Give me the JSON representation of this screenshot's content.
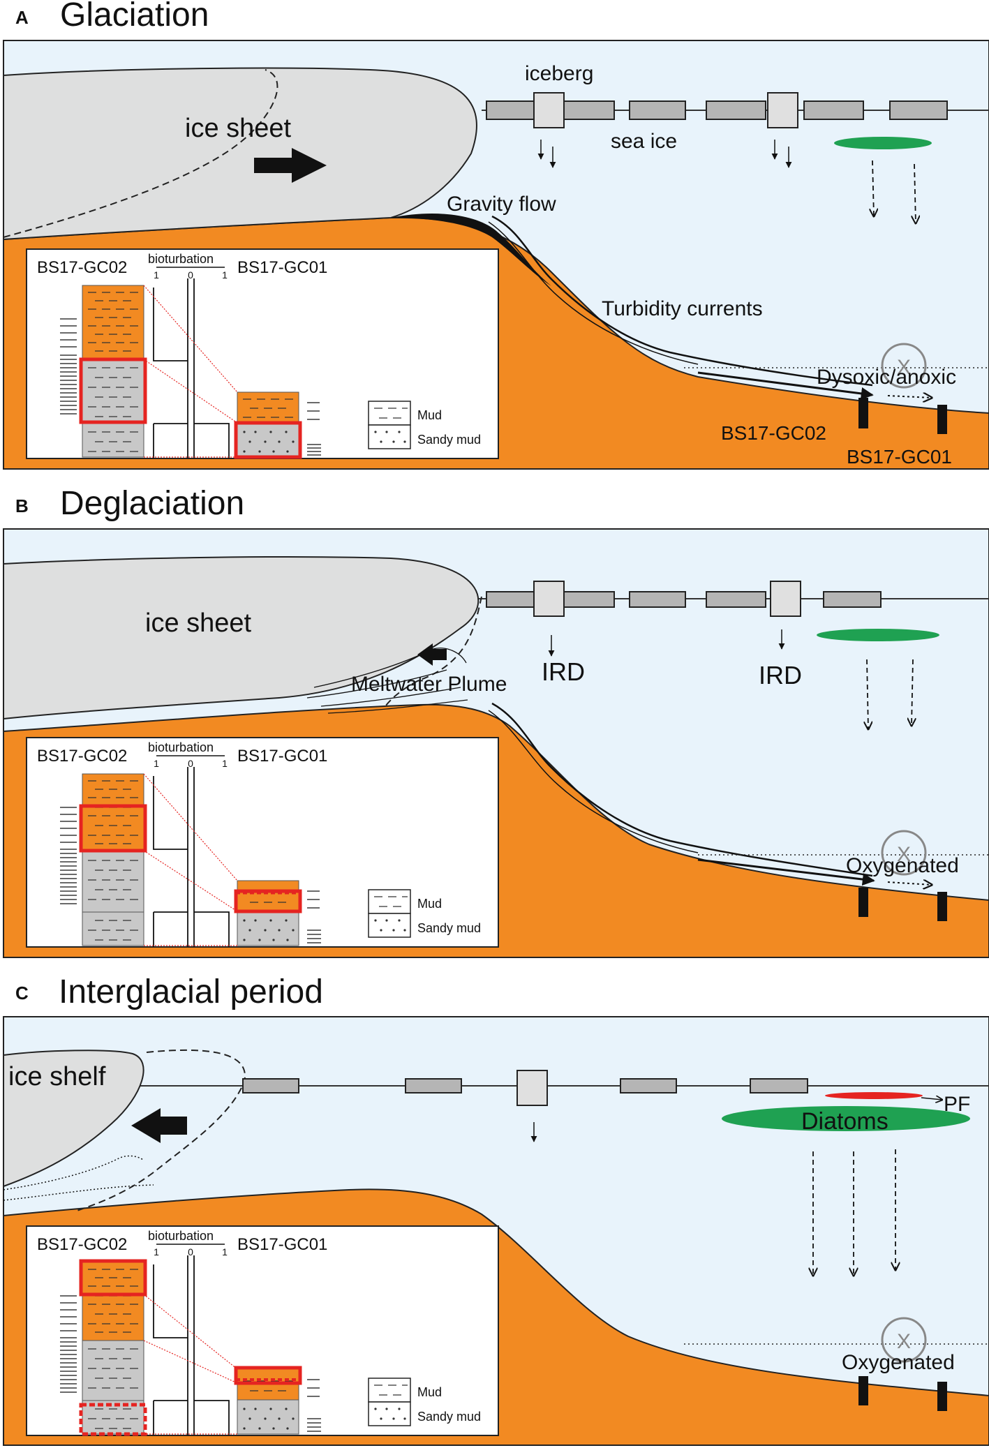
{
  "panels": [
    {
      "letter": "A",
      "title": "Glaciation",
      "labels": {
        "ice": "ice sheet",
        "iceberg": "iceberg",
        "sea_ice": "sea ice",
        "flow1": "Gravity flow",
        "flow2": "Turbidity currents",
        "redox": "Dysoxic/anoxic",
        "core2": "BS17-GC02",
        "core1": "BS17-GC01"
      },
      "inset": {
        "left_core": "BS17-GC02",
        "right_core": "BS17-GC01",
        "axis_title": "bioturbation",
        "ticks": [
          "1",
          "0",
          "1"
        ],
        "legend_mud": "Mud",
        "legend_sandy": "Sandy mud"
      }
    },
    {
      "letter": "B",
      "title": "Deglaciation",
      "labels": {
        "ice": "ice sheet",
        "plume": "Meltwater Plume",
        "ird1": "IRD",
        "ird2": "IRD",
        "redox": "Oxygenated"
      },
      "inset": {
        "left_core": "BS17-GC02",
        "right_core": "BS17-GC01",
        "axis_title": "bioturbation",
        "ticks": [
          "1",
          "0",
          "1"
        ],
        "legend_mud": "Mud",
        "legend_sandy": "Sandy mud"
      }
    },
    {
      "letter": "C",
      "title": "Interglacial period",
      "labels": {
        "ice": "ice shelf",
        "diatoms": "Diatoms",
        "pf": "PF",
        "redox": "Oxygenated"
      },
      "inset": {
        "left_core": "BS17-GC02",
        "right_core": "BS17-GC01",
        "axis_title": "bioturbation",
        "ticks": [
          "1",
          "0",
          "1"
        ],
        "legend_mud": "Mud",
        "legend_sandy": "Sandy mud"
      }
    }
  ],
  "colors": {
    "sediment": "#f28a22",
    "water": "#e8f3fb",
    "ice": "#dedfdf",
    "sea_ice": "#b5b5b5",
    "iceberg": "#e0e0e0",
    "core_gray": "#c8c8c8",
    "diatom": "#1fa152",
    "highlight": "#e52421",
    "outline": "#222222"
  }
}
